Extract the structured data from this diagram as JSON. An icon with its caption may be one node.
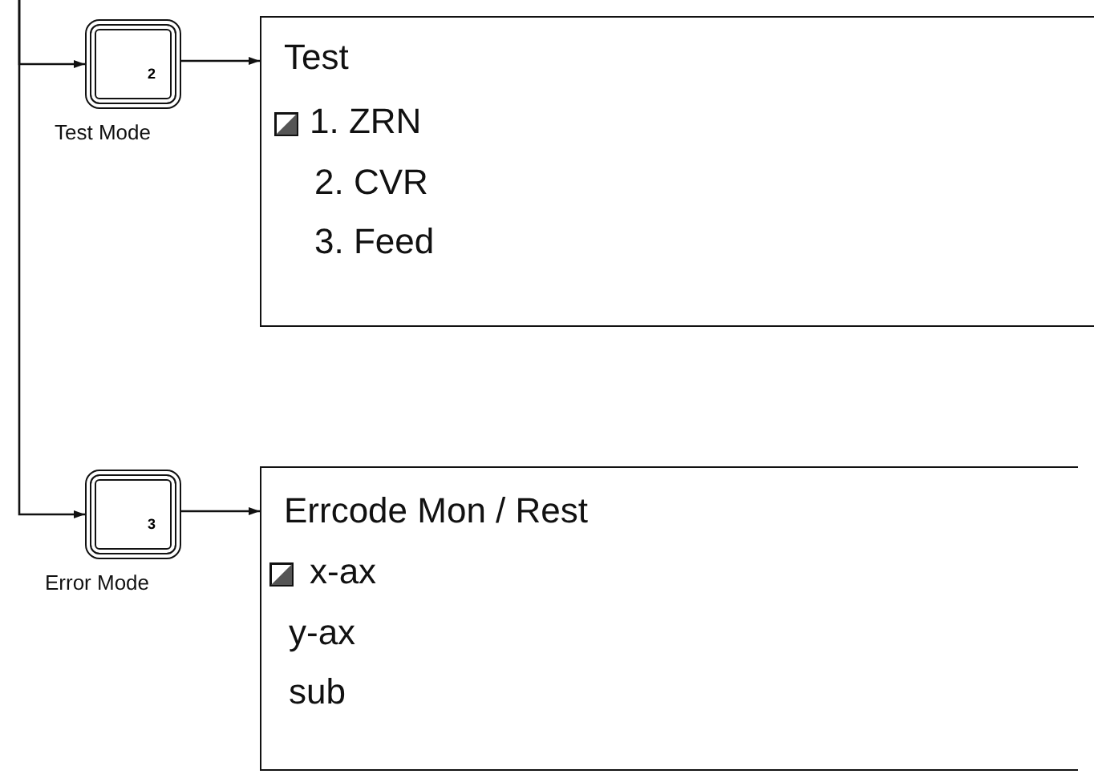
{
  "diagram": {
    "nodes": [
      {
        "text": [
          "2"
        ],
        "beside": [
          "Test Mode"
        ]
      },
      {
        "text": [
          "Test",
          "1. ZRN",
          "2. CVR",
          "3. Feed"
        ]
      },
      {
        "text": [
          "3"
        ],
        "beside": [
          "Error Mode"
        ]
      },
      {
        "text": [
          "Errcode Mon / Rest",
          "x-ax",
          "y-ax",
          "sub"
        ]
      }
    ],
    "edges": [
      {
        "from": null,
        "to": 0,
        "arrow": "to"
      },
      {
        "from": 0,
        "to": 1,
        "arrow": "to"
      },
      {
        "from": null,
        "to": 2,
        "arrow": "to"
      },
      {
        "from": 2,
        "to": 3,
        "arrow": "to"
      }
    ]
  }
}
